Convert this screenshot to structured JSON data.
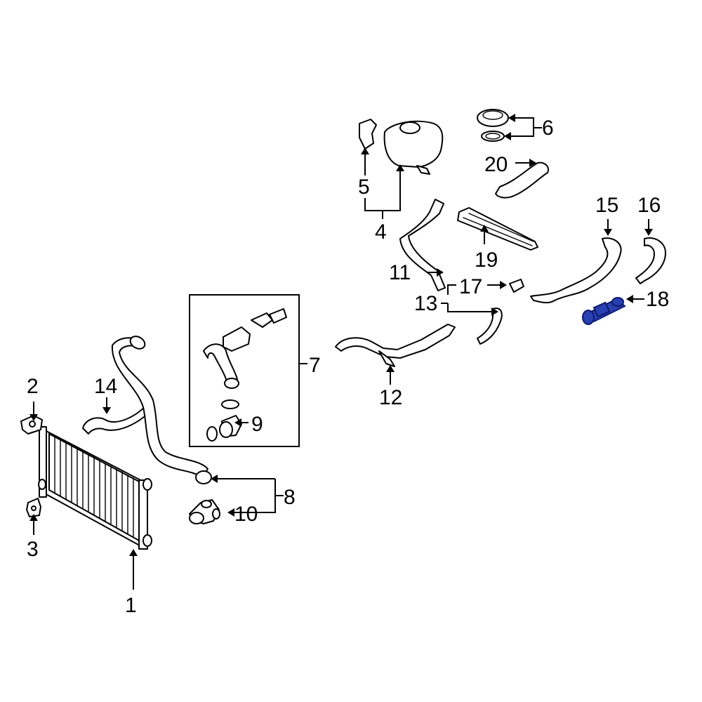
{
  "diagram": {
    "callouts": {
      "c1": "1",
      "c2": "2",
      "c3": "3",
      "c4": "4",
      "c5": "5",
      "c6": "6",
      "c7": "7",
      "c8": "8",
      "c9": "9",
      "c10": "10",
      "c11": "11",
      "c12": "12",
      "c13": "13",
      "c14": "14",
      "c15": "15",
      "c16": "16",
      "c17": "17",
      "c18": "18",
      "c19": "19",
      "c20": "20"
    },
    "highlight_color": "#2a3fb0",
    "highlighted_part": "18"
  }
}
